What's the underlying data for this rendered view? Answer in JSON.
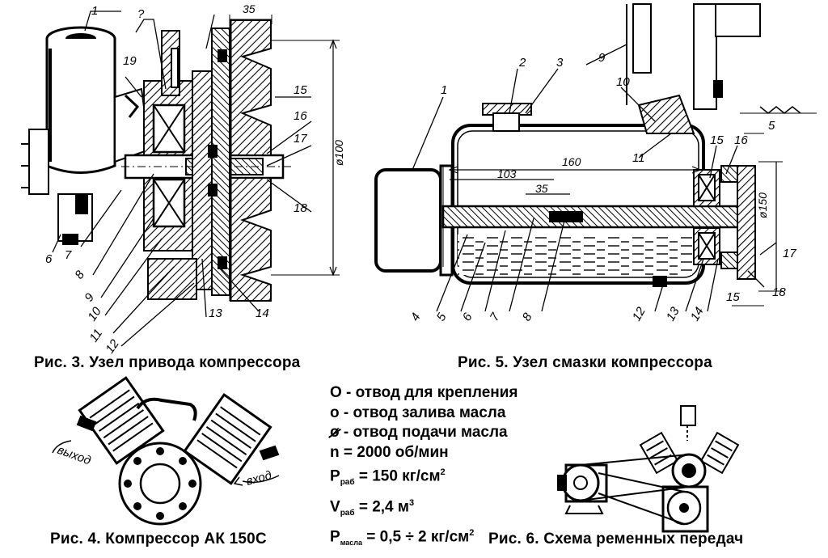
{
  "fig3": {
    "caption": "Рис. 3. Узел привода компрессора",
    "labels": [
      "1",
      "?",
      "19",
      "35",
      "15",
      "16",
      "17",
      "18",
      "6",
      "7",
      "8",
      "9",
      "10",
      "11",
      "12",
      "13",
      "14"
    ],
    "dim_diameter": "ø100",
    "dim_width": "35"
  },
  "fig5": {
    "caption": "Рис. 5. Узел смазки компрессора",
    "labels": [
      "9",
      "2",
      "3",
      "1",
      "10",
      "11",
      "5",
      "15",
      "16",
      "4",
      "5",
      "6",
      "7",
      "8",
      "12",
      "13",
      "14",
      "15",
      "17",
      "18"
    ],
    "dim_160": "160",
    "dim_103": "103",
    "dim_35": "35",
    "dim_diameter": "ø150"
  },
  "fig4": {
    "caption": "Рис. 4. Компрессор АК 150С",
    "label_out": "выход",
    "label_in": "вход"
  },
  "fig6": {
    "caption": "Рис. 6. Схема ременных передач"
  },
  "legend": {
    "l1_sym": "O",
    "l1_text": " - отвод для крепления",
    "l2_sym": "o",
    "l2_text": " - отвод залива масла",
    "l3_sym": "ø",
    "l3_text": " - отвод подачи масла",
    "l4": "n = 2000 об/мин",
    "l5_a": "P",
    "l5_sub": "раб",
    "l5_b": " = 150 кг/см",
    "l5_sup": "2",
    "l6_a": "V",
    "l6_sub": "раб",
    "l6_b": " = 2,4 м",
    "l6_sup": "3",
    "l7_a": "P",
    "l7_sub": "масла",
    "l7_b": " = 0,5 ÷ 2 кг/см",
    "l7_sup": "2"
  }
}
